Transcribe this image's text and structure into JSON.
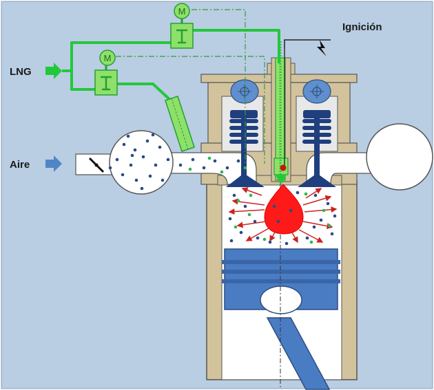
{
  "labels": {
    "lng": "LNG",
    "aire": "Aire",
    "ignicion": "Ignición"
  },
  "valve_motor_glyph": "M",
  "colors": {
    "background": "#b9cde3",
    "gas_green": "#22c83a",
    "component_green": "#8fe06a",
    "head_tan": "#d2c39d",
    "chamber_white": "#ffffff",
    "valve_navy": "#1f3f7e",
    "piston_blue": "#4a7cc4",
    "flame_red": "#ff1a1a",
    "arrow_red": "#cc2222",
    "air_arrow": "#4f86c6",
    "particle_blue": "#2a4a8a",
    "particle_green": "#2db84a"
  },
  "icons": {
    "lng_inlet": "arrow-right-icon",
    "air_inlet": "arrow-right-icon",
    "spark": "lightning-icon",
    "motor": "motor-icon"
  }
}
